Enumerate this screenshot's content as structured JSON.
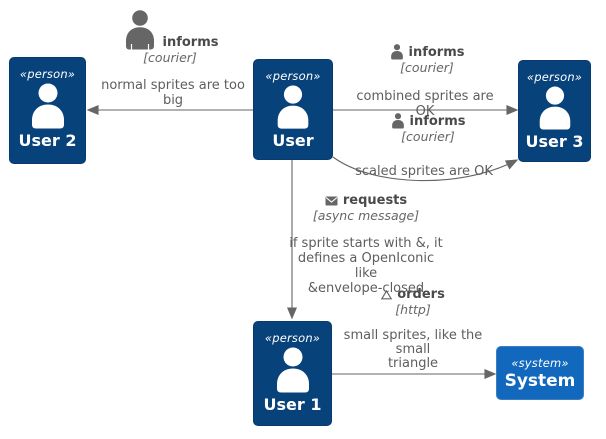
{
  "diagram": {
    "type": "uml-relationship-diagram",
    "colors": {
      "background": "#ffffff",
      "person_node_fill": "#08427b",
      "person_node_border": "#073b6f",
      "system_node_fill": "#1168bd",
      "system_node_border": "#3c7fc0",
      "arrow": "#666666",
      "sprite_gray": "#666666",
      "label_bold_text": "#4a4a4a",
      "label_text": "#5e5e5e",
      "node_text": "#ffffff"
    },
    "nodes": {
      "user2": {
        "stereotype": "«person»",
        "name": "User 2"
      },
      "user": {
        "stereotype": "«person»",
        "name": "User"
      },
      "user3": {
        "stereotype": "«person»",
        "name": "User 3"
      },
      "user1": {
        "stereotype": "«person»",
        "name": "User 1"
      },
      "system": {
        "stereotype": "«system»",
        "name": "System"
      }
    },
    "edges": {
      "user_to_user2": {
        "sprite_icon": "person-courier-large",
        "sprite_label": "informs",
        "sprite_tech": "[courier]",
        "description": [
          "normal sprites are too",
          "big"
        ]
      },
      "user_to_user3_top": {
        "sprite_icon": "person-courier-small",
        "sprite_label": "informs",
        "sprite_tech": "[courier]",
        "description": [
          "combined sprites are OK"
        ]
      },
      "user_to_user3_bottom": {
        "sprite_icon": "person-courier-small",
        "sprite_label": "informs",
        "sprite_tech": "[courier]",
        "description": [
          "scaled sprites are OK"
        ]
      },
      "user_to_user1": {
        "sprite_icon": "envelope-closed",
        "sprite_label": "requests",
        "sprite_tech": "[async message]",
        "description": [
          "if sprite starts with &, it",
          "defines a OpenIconic",
          "like",
          "&envelope-closed"
        ]
      },
      "user1_to_system": {
        "sprite_icon": "triangle",
        "sprite_label": "orders",
        "sprite_tech": "[http]",
        "description": [
          "small sprites, like the",
          "small",
          "triangle"
        ]
      }
    }
  }
}
